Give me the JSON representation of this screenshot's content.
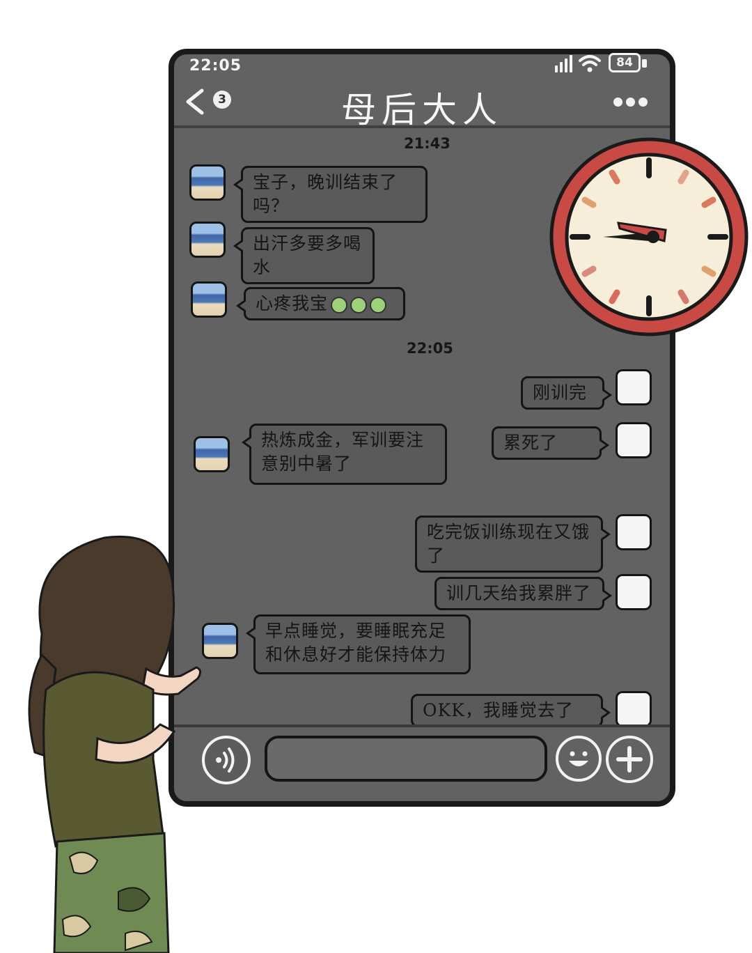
{
  "status_bar": {
    "time": "22:05",
    "battery": "84",
    "signal_icon": "signal-icon",
    "wifi_icon": "wifi-icon"
  },
  "header": {
    "title": "母后大人",
    "back_badge": "3"
  },
  "messages": [
    {
      "type": "time",
      "text": "21:43"
    },
    {
      "side": "in",
      "text": "宝子，晚训结束了吗？"
    },
    {
      "side": "in",
      "text": "出汗多要多喝水"
    },
    {
      "side": "in",
      "text": "心疼我宝",
      "emoji_count": 3
    },
    {
      "type": "time",
      "text": "22:05"
    },
    {
      "side": "out",
      "text": "刚训完"
    },
    {
      "side": "out",
      "text": "累死了"
    },
    {
      "side": "in",
      "text": "热炼成金，军训要注意别中暑了"
    },
    {
      "side": "out",
      "text": "吃完饭训练现在又饿了"
    },
    {
      "side": "out",
      "text": "训几天给我累胖了"
    },
    {
      "side": "in",
      "text": "早点睡觉，要睡眠充足和休息好才能保持体力"
    },
    {
      "side": "out",
      "text": "OKK，我睡觉去了"
    }
  ],
  "colors": {
    "phone_bg": "#626262",
    "clock_rim": "#c94a44",
    "clock_face": "#f6eed8"
  }
}
